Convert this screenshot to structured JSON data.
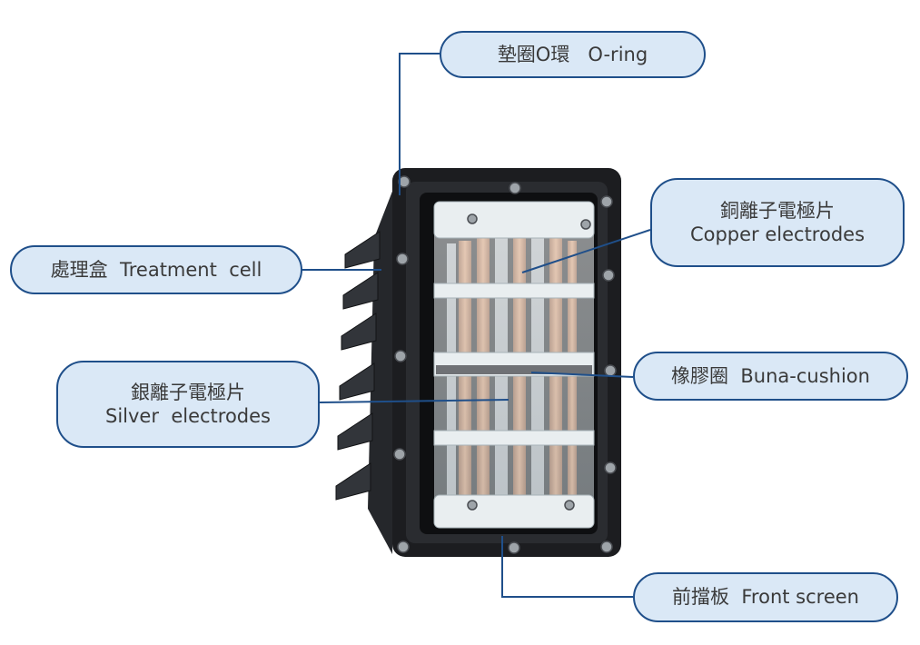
{
  "labels": {
    "oring": "墊圈O環   O-ring",
    "treatment": "處理盒  Treatment  cell",
    "copper_zh": "銅離子電極片",
    "copper_en": "Copper electrodes",
    "silver_zh": "銀離子電極片",
    "silver_en": "Silver  electrodes",
    "buna": "橡膠圈  Buna-cushion",
    "front": "前擋板  Front screen"
  },
  "colors": {
    "label_fill": "#dae8f6",
    "label_border": "#1f4f8a",
    "leader_line": "#1f4f8a",
    "device_frame": "#1c1d20",
    "copper": "#b8764a",
    "clear_panel": "#e6ecef"
  }
}
